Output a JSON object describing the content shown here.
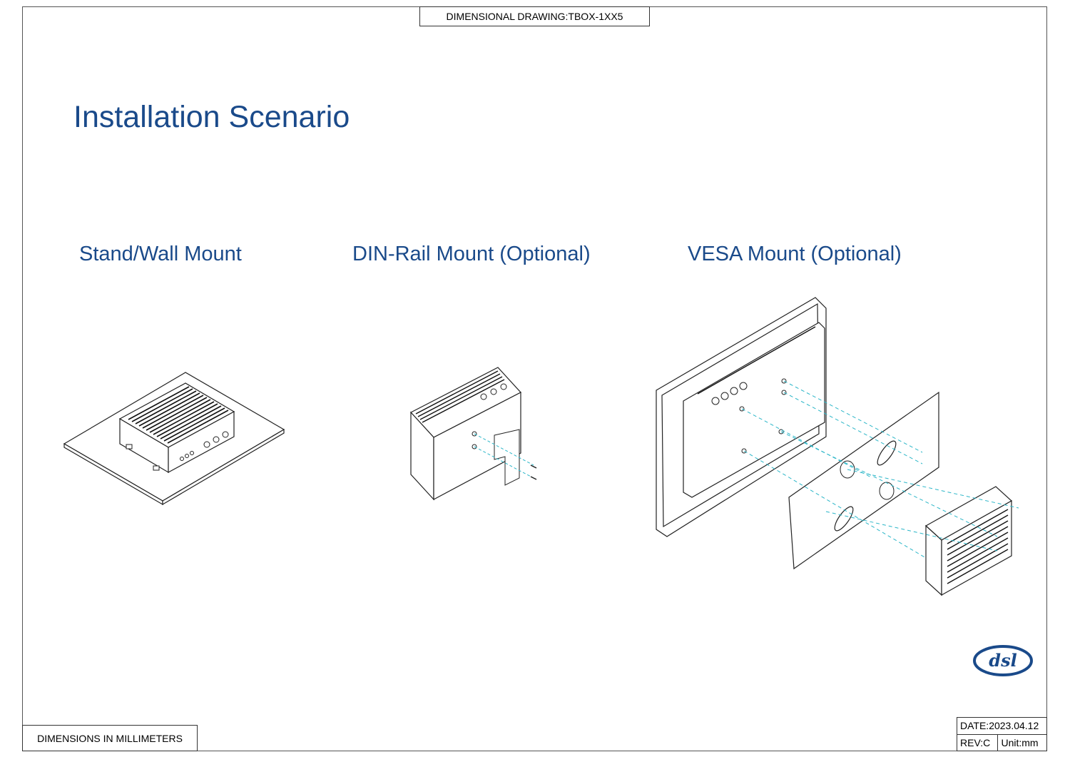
{
  "header": {
    "drawing_title": "DIMENSIONAL DRAWING:TBOX-1XX5"
  },
  "page": {
    "heading": "Installation Scenario"
  },
  "scenarios": [
    {
      "label": "Stand/Wall Mount"
    },
    {
      "label": "DIN-Rail Mount (Optional)"
    },
    {
      "label": "VESA Mount (Optional)"
    }
  ],
  "footer": {
    "dimensions_note": "DIMENSIONS IN MILLIMETERS",
    "date": "DATE:2023.04.12",
    "rev": "REV:C",
    "unit": "Unit:mm"
  },
  "brand": {
    "logo_name": "dsl-logo",
    "logo_color": "#1a4a8a"
  },
  "colors": {
    "heading": "#1a4a8a",
    "guide_lines": "#2bb6c8"
  }
}
